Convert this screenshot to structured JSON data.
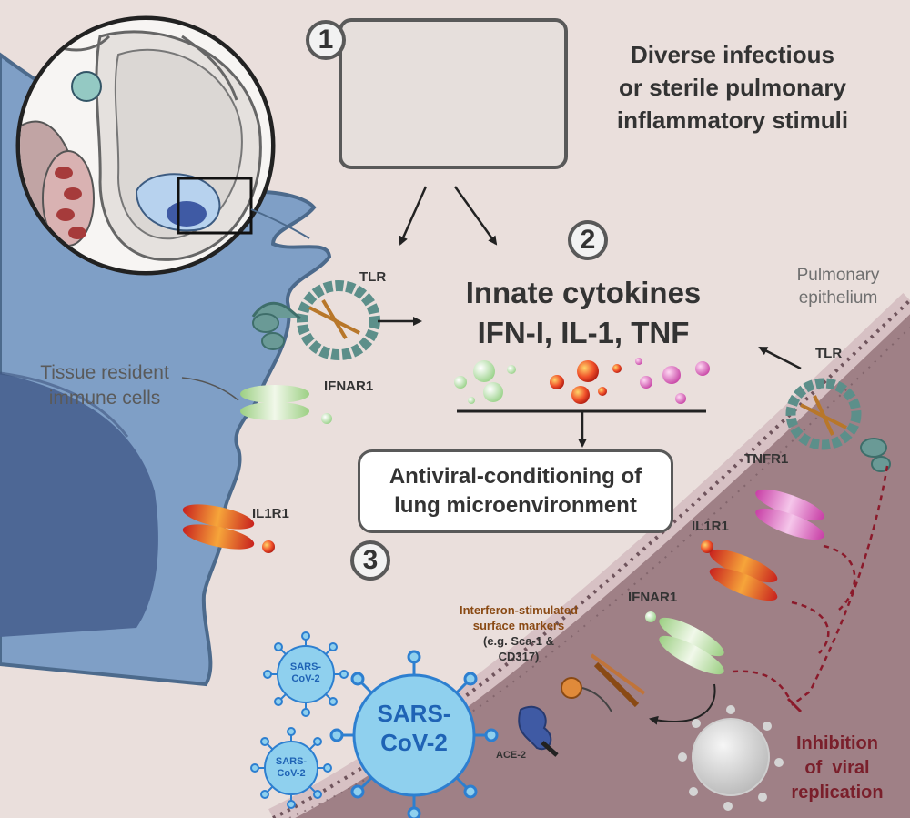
{
  "steps": {
    "one": "1",
    "two": "2",
    "three": "3"
  },
  "stimuli": {
    "line1": "Diverse infectious",
    "line2": "or sterile pulmonary",
    "line3": "inflammatory stimuli"
  },
  "cytokines": {
    "line1": "Innate cytokines",
    "line2": "IFN-I, IL-1, TNF"
  },
  "conditioning": {
    "line1": "Antiviral-conditioning of",
    "line2": "lung microenvironment"
  },
  "immune_cell": {
    "tlr": "TLR",
    "ifnar1": "IFNAR1",
    "il1r1": "IL1R1",
    "label_line1": "Tissue resident",
    "label_line2": "immune cells"
  },
  "epithelium": {
    "label_line1": "Pulmonary",
    "label_line2": "epithelium",
    "tlr": "TLR",
    "tnfr1": "TNFR1",
    "il1r1": "IL1R1",
    "ifnar1": "IFNAR1"
  },
  "isg_markers": {
    "line1": "Interferon-stimulated",
    "line2": "surface markers",
    "line3": "(e.g. Sca-1 &",
    "line4": "CD317)"
  },
  "ace2": "ACE-2",
  "virus": {
    "big_line1": "SARS-",
    "big_line2": "CoV-2",
    "small_line1": "SARS-",
    "small_line2": "CoV-2"
  },
  "inhibition": {
    "line1": "Inhibition",
    "line2": "of  viral",
    "line3": "replication"
  },
  "colors": {
    "accent_dark_red": "#7a1f2b",
    "virus_blue": "#8fd0ee",
    "virus_text": "#1f63b5",
    "isg_brown": "#8a4a14",
    "immune_cell": "#7f9fc6",
    "epithelium": "#a9898d"
  }
}
